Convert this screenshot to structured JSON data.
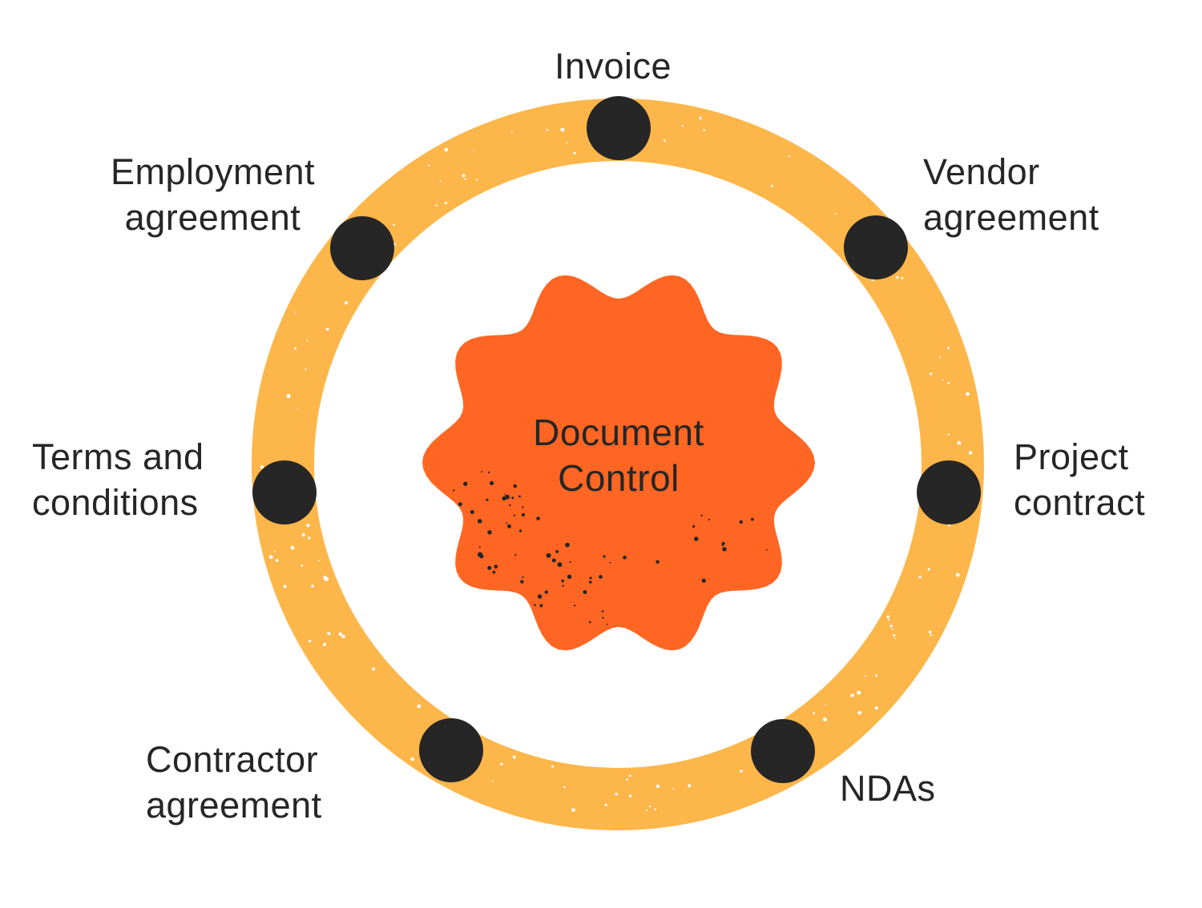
{
  "center": {
    "line1": "Document",
    "line2": "Control"
  },
  "nodes": [
    {
      "id": "invoice",
      "lines": [
        "Invoice"
      ]
    },
    {
      "id": "vendor-agreement",
      "lines": [
        "Vendor",
        "agreement"
      ]
    },
    {
      "id": "project-contract",
      "lines": [
        "Project",
        "contract"
      ]
    },
    {
      "id": "ndas",
      "lines": [
        "NDAs"
      ]
    },
    {
      "id": "contractor-agreement",
      "lines": [
        "Contractor",
        "agreement"
      ]
    },
    {
      "id": "terms-and-conditions",
      "lines": [
        "Terms and",
        "conditions"
      ]
    },
    {
      "id": "employment-agreement",
      "lines": [
        "Employment",
        "agreement"
      ]
    }
  ],
  "colors": {
    "ring": "#FDB64A",
    "center_shape": "#FF6623",
    "dots": "#262626",
    "text": "#262626"
  }
}
